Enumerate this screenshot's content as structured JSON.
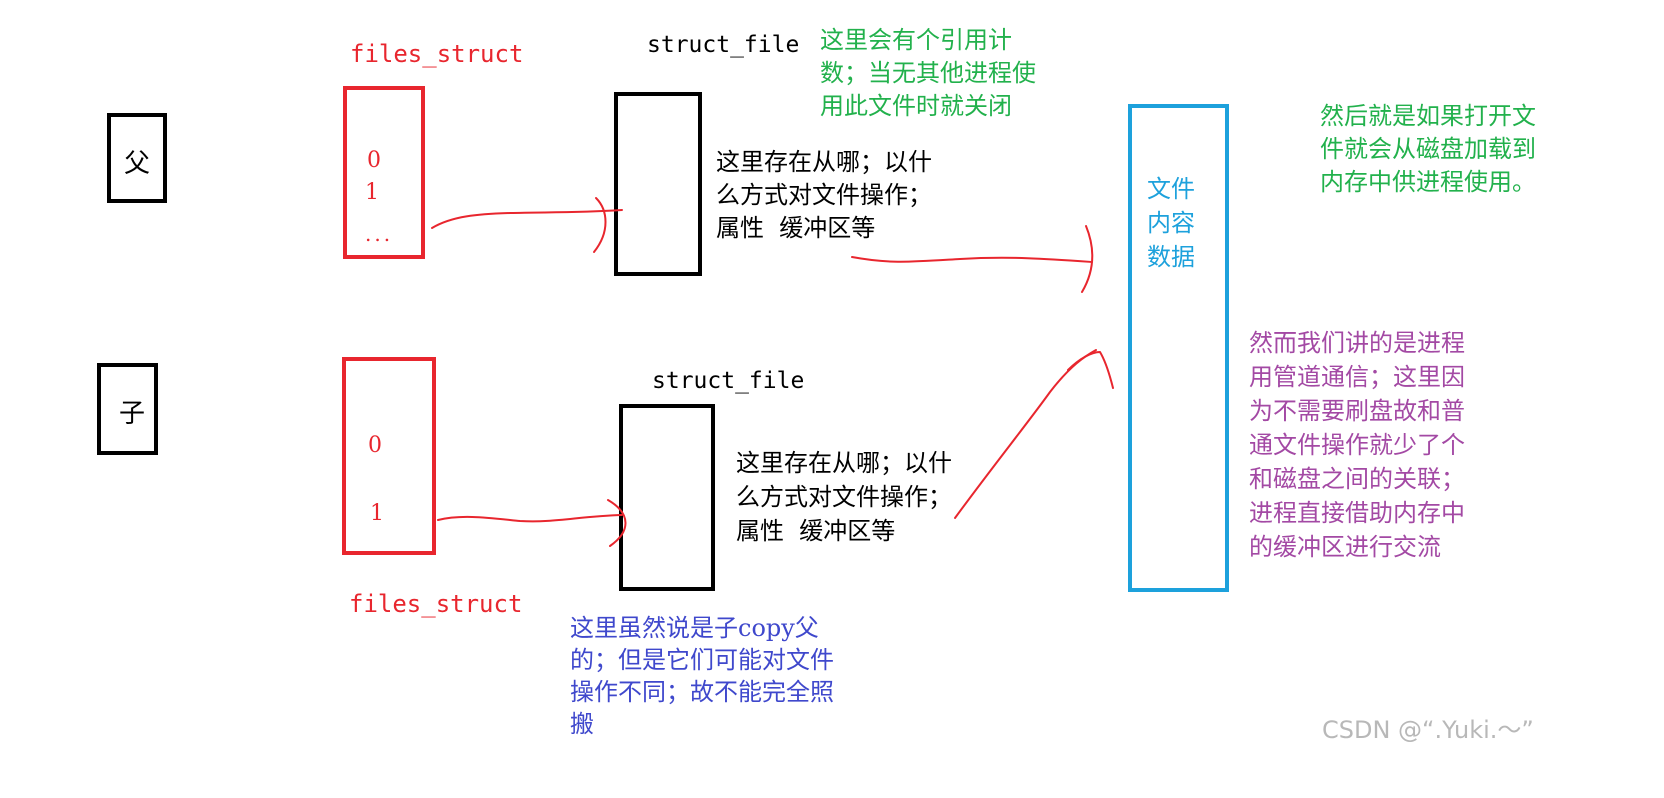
{
  "colors": {
    "red": "#e8262e",
    "black": "#000000",
    "green": "#22b14c",
    "blue": "#1da1dc",
    "purple": "#a349a4",
    "indigo": "#3f48cc",
    "watermark": "#b8b8b8"
  },
  "parent": {
    "label": "父",
    "files_struct_label": "files_struct",
    "fd_entries": [
      "0",
      "1",
      "..."
    ],
    "struct_file_label": "struct_file",
    "struct_file_note": [
      "这里存在从哪；以什",
      "么方式对文件操作；",
      "属性  缓冲区等"
    ]
  },
  "child": {
    "label": "子",
    "files_struct_label": "files_struct",
    "fd_entries": [
      "0",
      "1",
      "..."
    ],
    "struct_file_label": "struct_file",
    "struct_file_note": [
      "这里存在从哪；以什",
      "么方式对文件操作；",
      "属性  缓冲区等"
    ]
  },
  "refcount_note": [
    "这里会有个引用计",
    "数；当无其他进程使",
    "用此文件时就关闭"
  ],
  "file_content": [
    "文件",
    "内容",
    "数据"
  ],
  "disk_note": [
    "然后就是如果打开文",
    "件就会从磁盘加载到",
    "内存中供进程使用。"
  ],
  "pipe_note": [
    "然而我们讲的是进程",
    "用管道通信；这里因",
    "为不需要刷盘故和普",
    "通文件操作就少了个",
    "和磁盘之间的关联；",
    "进程直接借助内存中",
    "的缓冲区进行交流"
  ],
  "copy_note": [
    "这里虽然说是子copy父",
    "的；但是它们可能对文件",
    "操作不同；故不能完全照",
    "搬"
  ],
  "watermark": "CSDN @“.Yuki.～”"
}
